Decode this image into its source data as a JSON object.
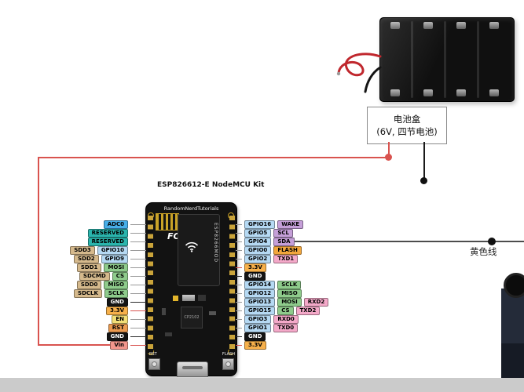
{
  "page": {
    "background": "#ffffff"
  },
  "battery_box": {
    "line1": "电池盒",
    "line2": "(6V, 四节电池)"
  },
  "board": {
    "title": "ESP826612-E NodeMCU Kit",
    "brand": "RandomNerdTutorials",
    "module": "ESP8266MOD",
    "fcc_mark": "FC",
    "usb_chip": "CP2102",
    "button_left": "RST",
    "button_right": "FLASH"
  },
  "labels": {
    "yellow_wire": "黄色线"
  },
  "wire_colors": {
    "positive": "#d9534f",
    "negative": "#1a1a1a",
    "signal": "#4d4d4d"
  },
  "pin_colors": {
    "adc": "#47aee8",
    "reserved": "#2ab5ad",
    "sdio": "#d5b98c",
    "gpio": "#b5d9f3",
    "spi": "#8ecb8b",
    "i2c": "#c59fd8",
    "uart": "#f4a9c9",
    "flash": "#f2a63c",
    "power": "#f6b04b",
    "en": "#f3de77",
    "rst": "#eb9a50",
    "vin": "#f2968c",
    "gnd": "#141414"
  },
  "left_pins": [
    {
      "line": "gray",
      "labels": [
        {
          "text": "ADC0",
          "type": "adc"
        }
      ]
    },
    {
      "line": "gray",
      "labels": [
        {
          "text": "RESERVED",
          "type": "reserved"
        }
      ]
    },
    {
      "line": "gray",
      "labels": [
        {
          "text": "RESERVED",
          "type": "reserved"
        }
      ]
    },
    {
      "line": "gray",
      "labels": [
        {
          "text": "SDD3",
          "type": "sdio"
        },
        {
          "text": "GPIO10",
          "type": "gpio"
        }
      ]
    },
    {
      "line": "gray",
      "labels": [
        {
          "text": "SDD2",
          "type": "sdio"
        },
        {
          "text": "GPIO9",
          "type": "gpio"
        }
      ]
    },
    {
      "line": "gray",
      "labels": [
        {
          "text": "SDD1",
          "type": "sdio"
        },
        {
          "text": "MOSI",
          "type": "spi"
        }
      ]
    },
    {
      "line": "gray",
      "labels": [
        {
          "text": "SDCMD",
          "type": "sdio"
        },
        {
          "text": "CS",
          "type": "spi"
        }
      ]
    },
    {
      "line": "gray",
      "labels": [
        {
          "text": "SDD0",
          "type": "sdio"
        },
        {
          "text": "MISO",
          "type": "spi"
        }
      ]
    },
    {
      "line": "gray",
      "labels": [
        {
          "text": "SDCLK",
          "type": "sdio"
        },
        {
          "text": "SCLK",
          "type": "spi"
        }
      ]
    },
    {
      "line": "black",
      "labels": [
        {
          "text": "GND",
          "type": "gnd"
        }
      ]
    },
    {
      "line": "red",
      "labels": [
        {
          "text": "3.3V",
          "type": "power"
        }
      ]
    },
    {
      "line": "gray",
      "labels": [
        {
          "text": "EN",
          "type": "en"
        }
      ]
    },
    {
      "line": "gray",
      "labels": [
        {
          "text": "RST",
          "type": "rst"
        }
      ]
    },
    {
      "line": "black",
      "labels": [
        {
          "text": "GND",
          "type": "gnd"
        }
      ]
    },
    {
      "line": "red",
      "labels": [
        {
          "text": "Vin",
          "type": "vin"
        }
      ]
    }
  ],
  "right_pins": [
    {
      "line": "gray",
      "labels": [
        {
          "text": "GPIO16",
          "type": "gpio"
        },
        {
          "text": "WAKE",
          "type": "i2c"
        }
      ]
    },
    {
      "line": "gray",
      "labels": [
        {
          "text": "GPIO5",
          "type": "gpio"
        },
        {
          "text": "SCL",
          "type": "i2c"
        }
      ]
    },
    {
      "line": "gray",
      "labels": [
        {
          "text": "GPIO4",
          "type": "gpio"
        },
        {
          "text": "SDA",
          "type": "i2c"
        }
      ]
    },
    {
      "line": "gray",
      "labels": [
        {
          "text": "GPIO0",
          "type": "gpio"
        },
        {
          "text": "FLASH",
          "type": "flash"
        }
      ]
    },
    {
      "line": "gray",
      "labels": [
        {
          "text": "GPIO2",
          "type": "gpio"
        },
        {
          "text": "TXD1",
          "type": "uart"
        }
      ]
    },
    {
      "line": "red",
      "labels": [
        {
          "text": "3.3V",
          "type": "power"
        }
      ]
    },
    {
      "line": "black",
      "labels": [
        {
          "text": "GND",
          "type": "gnd"
        }
      ]
    },
    {
      "line": "gray",
      "labels": [
        {
          "text": "GPIO14",
          "type": "gpio"
        },
        {
          "text": "SCLK",
          "type": "spi"
        }
      ]
    },
    {
      "line": "gray",
      "labels": [
        {
          "text": "GPIO12",
          "type": "gpio"
        },
        {
          "text": "MISO",
          "type": "spi"
        }
      ]
    },
    {
      "line": "gray",
      "labels": [
        {
          "text": "GPIO13",
          "type": "gpio"
        },
        {
          "text": "MOSI",
          "type": "spi"
        },
        {
          "text": "RXD2",
          "type": "uart"
        }
      ]
    },
    {
      "line": "gray",
      "labels": [
        {
          "text": "GPIO15",
          "type": "gpio"
        },
        {
          "text": "CS",
          "type": "spi"
        },
        {
          "text": "TXD2",
          "type": "uart"
        }
      ]
    },
    {
      "line": "gray",
      "labels": [
        {
          "text": "GPIO3",
          "type": "gpio"
        },
        {
          "text": "RXD0",
          "type": "uart"
        }
      ]
    },
    {
      "line": "gray",
      "labels": [
        {
          "text": "GPIO1",
          "type": "gpio"
        },
        {
          "text": "TXD0",
          "type": "uart"
        }
      ]
    },
    {
      "line": "black",
      "labels": [
        {
          "text": "GND",
          "type": "gnd"
        }
      ]
    },
    {
      "line": "red",
      "labels": [
        {
          "text": "3.3V",
          "type": "power"
        }
      ]
    }
  ]
}
